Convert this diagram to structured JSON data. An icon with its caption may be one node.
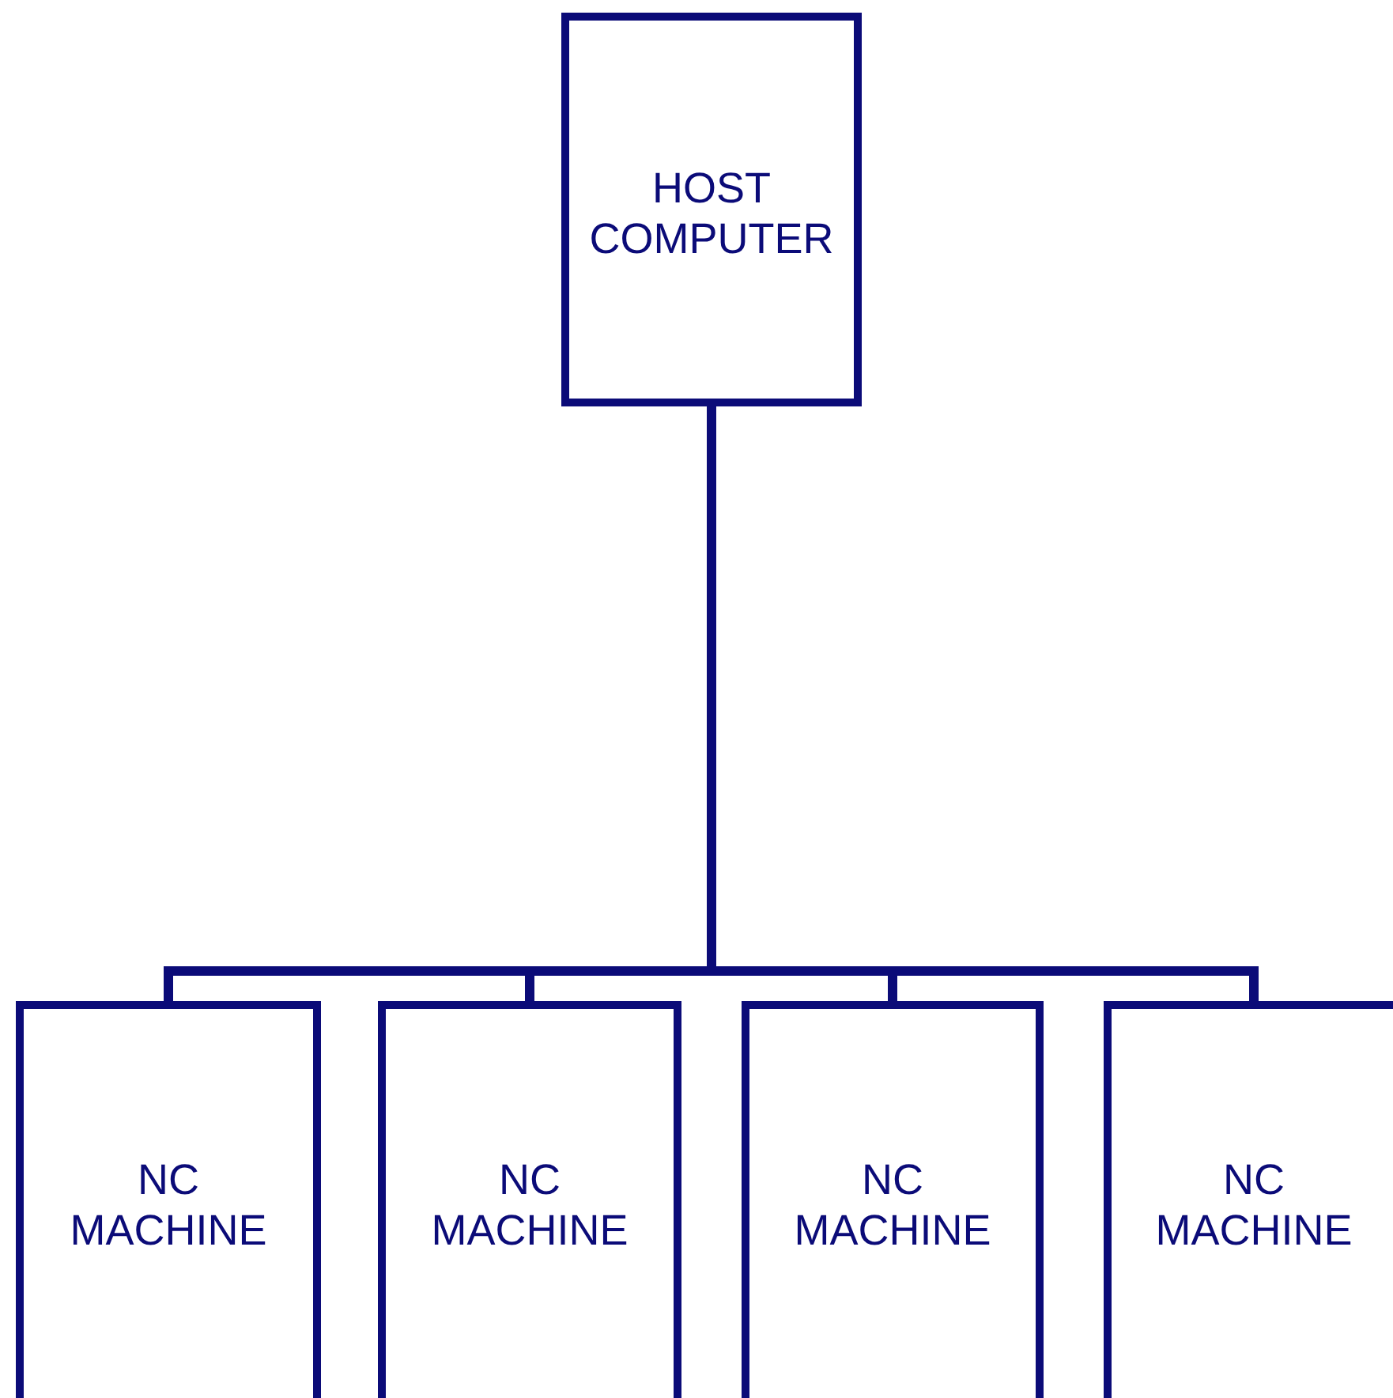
{
  "diagram": {
    "nodes": [
      {
        "text": [
          "HOST COMPUTER"
        ]
      },
      {
        "text": [
          "NC MACHINE"
        ]
      },
      {
        "text": [
          "NC MACHINE"
        ]
      },
      {
        "text": [
          "NC MACHINE"
        ]
      },
      {
        "text": [
          "NC MACHINE"
        ]
      }
    ],
    "edges": [
      {
        "from": 0,
        "to": 1,
        "arrow": "none"
      },
      {
        "from": 0,
        "to": 2,
        "arrow": "none"
      },
      {
        "from": 0,
        "to": 3,
        "arrow": "none"
      },
      {
        "from": 0,
        "to": 4,
        "arrow": "none"
      }
    ]
  }
}
